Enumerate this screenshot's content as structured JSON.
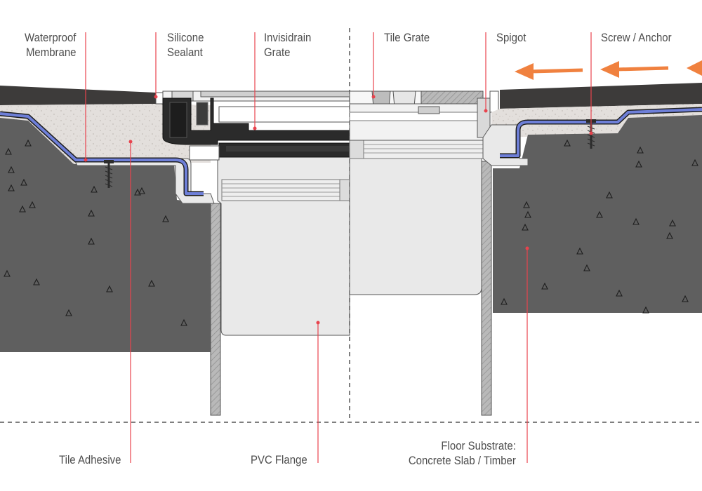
{
  "labels": {
    "waterproof_membrane": [
      "Waterproof",
      "Membrane"
    ],
    "silicone_sealant": [
      "Silicone",
      "Sealant"
    ],
    "invisidrain_grate": [
      "Invisidrain",
      "Grate"
    ],
    "tile_grate": "Tile Grate",
    "spigot": "Spigot",
    "screw_anchor": "Screw / Anchor",
    "tile_adhesive": "Tile Adhesive",
    "pvc_flange": "PVC Flange",
    "floor_substrate": [
      "Floor Substrate:",
      "Concrete Slab / Timber"
    ]
  },
  "colors": {
    "leader": "#e8434d",
    "arrow": "#f0813f",
    "membrane": "#6e7fd8",
    "concrete": "#5f5f5f",
    "adhesive": "#e3dfdc",
    "tile": "#3d3b3a",
    "grate_dark": "#2b2b2b",
    "flange": "#e9e9e9",
    "text": "#4d4d4d"
  },
  "icons": {
    "flow_arrows": "arrow-left-icon",
    "fasteners": "screw-icon"
  }
}
